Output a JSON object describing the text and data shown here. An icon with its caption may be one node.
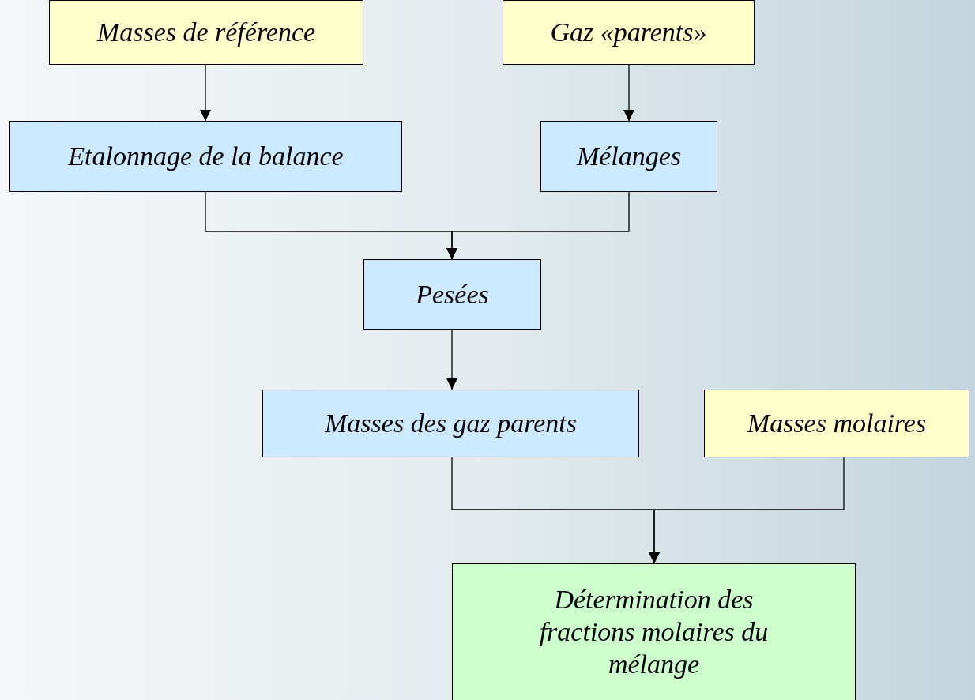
{
  "diagram": {
    "nodes": [
      {
        "text": [
          "Masses de référence"
        ]
      },
      {
        "text": [
          "Gaz «parents»"
        ]
      },
      {
        "text": [
          "Etalonnage de la balance"
        ]
      },
      {
        "text": [
          "Mélanges"
        ]
      },
      {
        "text": [
          "Pesées"
        ]
      },
      {
        "text": [
          "Masses des gaz parents"
        ]
      },
      {
        "text": [
          "Masses molaires"
        ]
      },
      {
        "text": [
          "Détermination des fractions molaires du mélange"
        ]
      }
    ],
    "edges": [
      {
        "from": 0,
        "to": 2,
        "arrow": "to"
      },
      {
        "from": 1,
        "to": 3,
        "arrow": "to"
      },
      {
        "from": 2,
        "to": 4,
        "arrow": "to"
      },
      {
        "from": 3,
        "to": 4,
        "arrow": "to"
      },
      {
        "from": 4,
        "to": 5,
        "arrow": "to"
      },
      {
        "from": 5,
        "to": 7,
        "arrow": "to"
      },
      {
        "from": 6,
        "to": 7,
        "arrow": "to"
      }
    ]
  }
}
